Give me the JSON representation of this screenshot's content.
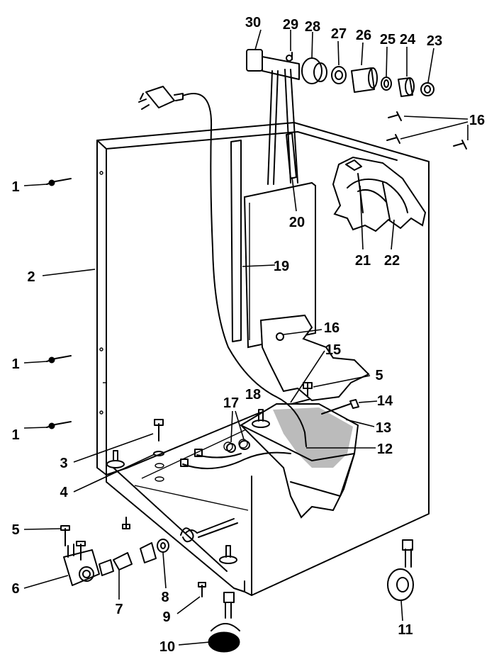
{
  "diagram": {
    "callouts": [
      {
        "id": "c30",
        "label": "30"
      },
      {
        "id": "c29",
        "label": "29"
      },
      {
        "id": "c28",
        "label": "28"
      },
      {
        "id": "c27",
        "label": "27"
      },
      {
        "id": "c26",
        "label": "26"
      },
      {
        "id": "c25",
        "label": "25"
      },
      {
        "id": "c24",
        "label": "24"
      },
      {
        "id": "c23",
        "label": "23"
      },
      {
        "id": "c16a",
        "label": "16"
      },
      {
        "id": "c1a",
        "label": "1"
      },
      {
        "id": "c2",
        "label": "2"
      },
      {
        "id": "c20",
        "label": "20"
      },
      {
        "id": "c21",
        "label": "21"
      },
      {
        "id": "c22",
        "label": "22"
      },
      {
        "id": "c19",
        "label": "19"
      },
      {
        "id": "c16b",
        "label": "16"
      },
      {
        "id": "c15",
        "label": "15"
      },
      {
        "id": "c1b",
        "label": "1"
      },
      {
        "id": "c5a",
        "label": "5"
      },
      {
        "id": "c14",
        "label": "14"
      },
      {
        "id": "c17",
        "label": "17"
      },
      {
        "id": "c18",
        "label": "18"
      },
      {
        "id": "c13",
        "label": "13"
      },
      {
        "id": "c1c",
        "label": "1"
      },
      {
        "id": "c12",
        "label": "12"
      },
      {
        "id": "c3",
        "label": "3"
      },
      {
        "id": "c4",
        "label": "4"
      },
      {
        "id": "c5b",
        "label": "5"
      },
      {
        "id": "c6",
        "label": "6"
      },
      {
        "id": "c7",
        "label": "7"
      },
      {
        "id": "c8",
        "label": "8"
      },
      {
        "id": "c9",
        "label": "9"
      },
      {
        "id": "c10",
        "label": "10"
      },
      {
        "id": "c11",
        "label": "11"
      }
    ]
  }
}
